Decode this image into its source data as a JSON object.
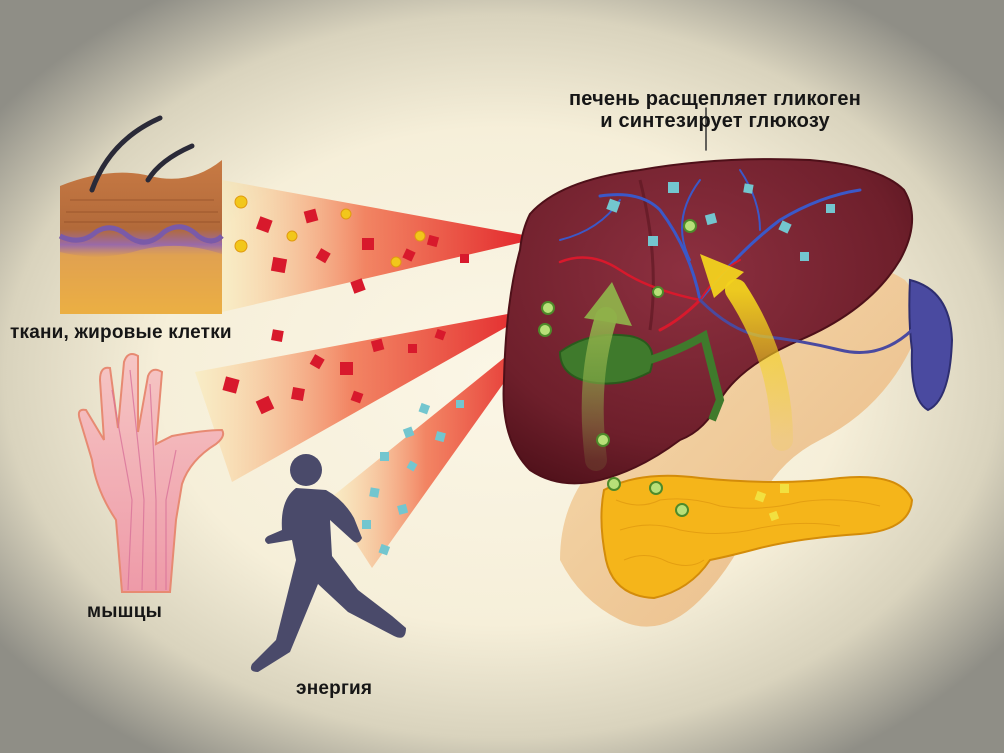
{
  "labels": {
    "liver_line1": "печень расщепляет гликоген",
    "liver_line2": "и синтезирует глюкозу",
    "tissue": "ткани, жировые клетки",
    "muscle": "мышцы",
    "energy": "энергия"
  },
  "colors": {
    "liver": "#7a2430",
    "liver_dark": "#5a1620",
    "stomach": "#f2cf9a",
    "pancreas": "#f5b51a",
    "spleen": "#4a4aa0",
    "gallbladder": "#3f7a2c",
    "vessel_blue": "#3b58c8",
    "glucose_red": "#d8192c",
    "glycogen_cyan": "#73c6cf",
    "yellow_dot": "#f2c71b",
    "green_arrow": "#8fb04a",
    "yellow_arrow": "#f2d21e",
    "runner": "#4a4a6a"
  },
  "icons": {
    "skin_tissue": "skin-tissue-icon",
    "hand_muscle": "hand-muscle-icon",
    "runner": "runner-icon",
    "liver": "liver-icon"
  }
}
